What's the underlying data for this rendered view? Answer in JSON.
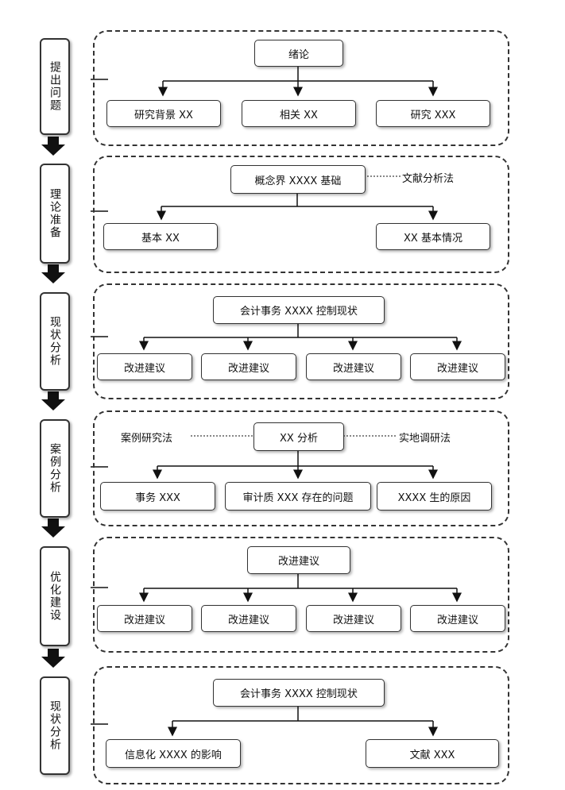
{
  "sections": [
    {
      "side_label": "提出问题",
      "top_box": "绪论",
      "children": [
        "研究背景 XX",
        "相关 XX",
        "研究 XXX"
      ]
    },
    {
      "side_label": "理论准备",
      "top_box": "概念界 XXXX 基础",
      "method_right": "文献分析法",
      "children": [
        "基本 XX",
        "XX 基本情况"
      ]
    },
    {
      "side_label": "现状分析",
      "top_box": "会计事务 XXXX 控制现状",
      "children": [
        "改进建议",
        "改进建议",
        "改进建议",
        "改进建议"
      ]
    },
    {
      "side_label": "案例分析",
      "top_box": "XX 分析",
      "method_left": "案例研究法",
      "method_right": "实地调研法",
      "children": [
        "事务 XXX",
        "审计质 XXX 存在的问题",
        "XXXX 生的原因"
      ]
    },
    {
      "side_label": "优化建设",
      "top_box": "改进建议",
      "children": [
        "改进建议",
        "改进建议",
        "改进建议",
        "改进建议"
      ]
    },
    {
      "side_label": "现状分析",
      "top_box": "会计事务 XXXX 控制现状",
      "children": [
        "信息化 XXXX 的影响",
        "文献 XXX"
      ]
    }
  ]
}
